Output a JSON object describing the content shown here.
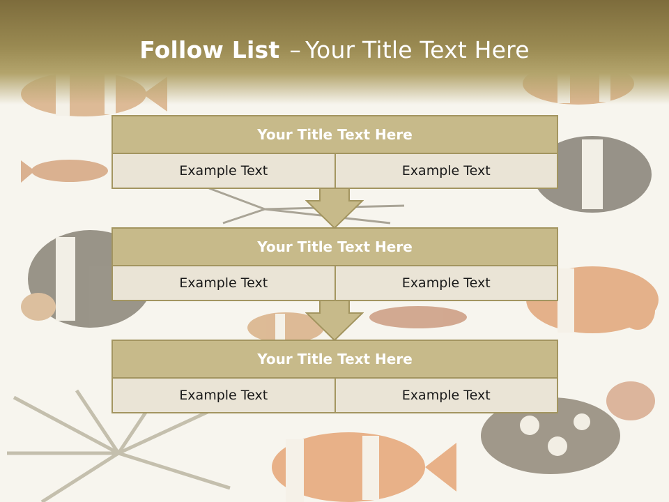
{
  "slide": {
    "title_bold": "Follow List",
    "title_separator": "–",
    "title_rest": "Your Title Text Here"
  },
  "blocks": [
    {
      "title": "Your Title Text Here",
      "left_text": "Example Text",
      "right_text": "Example Text"
    },
    {
      "title": "Your Title Text Here",
      "left_text": "Example Text",
      "right_text": "Example Text"
    },
    {
      "title": "Your Title Text Here",
      "left_text": "Example Text",
      "right_text": "Example Text"
    }
  ],
  "colors": {
    "header_band": "#8f7f49",
    "block_title_fill": "#c7ba8a",
    "block_cell_fill": "#eae4d6",
    "block_border": "#a39560",
    "arrow_fill": "#c7ba8a",
    "background": "#f7f5ee"
  },
  "background_image": "faded tropical fish (clownfish, lionfish) collage"
}
